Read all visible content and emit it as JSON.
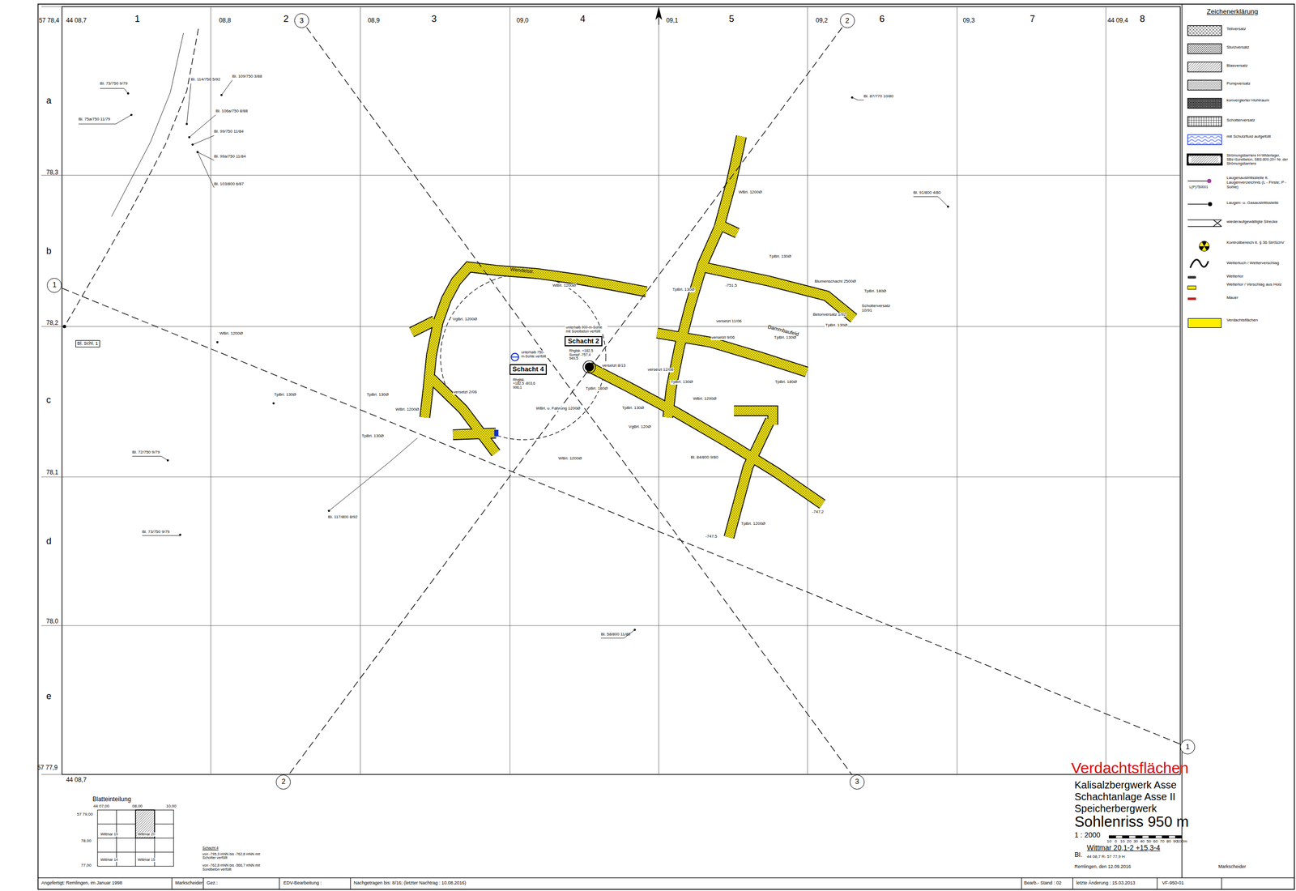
{
  "diagram": {
    "title": "Verdachtsflächen",
    "nodes": [
      {
        "text": [
          "3"
        ]
      },
      {
        "text": [
          "2"
        ]
      },
      {
        "text": [
          "1"
        ]
      },
      {
        "text": [
          "1"
        ]
      },
      {
        "text": [
          "2"
        ]
      },
      {
        "text": [
          "3"
        ]
      },
      {
        "text": [
          "Schacht 2"
        ]
      },
      {
        "text": [
          "Schacht 4"
        ]
      },
      {
        "text": [
          "Bl. Schl. 1"
        ]
      }
    ],
    "edges": [
      {
        "from": 0,
        "to": 5,
        "arrow": "none"
      },
      {
        "from": 1,
        "to": 4,
        "arrow": "none"
      },
      {
        "from": 2,
        "to": 3,
        "arrow": "none"
      }
    ],
    "labels": [
      "1",
      "2",
      "3",
      "4",
      "5",
      "6",
      "7",
      "8",
      "a",
      "b",
      "c",
      "d",
      "e",
      "57 78,4",
      "44 08,7",
      "08,8",
      "08,9",
      "09,0",
      "09,1",
      "09,2",
      "09,3",
      "44 09,4",
      "78,3",
      "78,2",
      "78,1",
      "78,0",
      "57 77,9",
      "44 08,7",
      "Wendelstr.",
      "Dammbaufeld",
      "unterhalb 900-m-Sohle mit Sorelbeton verfüllt",
      "Rhglsk. +182,5 Sumpf -757,4 949,5",
      "unterhalb 750-m-Sohle verfüllt",
      "Rhglsk. +182,5 -803,6 996,1",
      "WBrl. u. Fahrung 1200Ø",
      "WBrl. 1200Ø",
      "WBrl. 1200Ø",
      "TpBrl. 130Ø",
      "TpBrl. 130Ø",
      "TpBrl. 130Ø",
      "WBrl. 1200Ø",
      "VgBrl. 1200Ø",
      "versetzt 2/06",
      "WBrl. 1200Ø",
      "versetzt 8/13",
      "TpBrl. 180Ø",
      "TpBrl. 130Ø",
      "VgBrl. 120Ø",
      "versetzt 12/08",
      "versetzt 11/06",
      "versetzt 9/06",
      "TpBrl. 130Ø",
      "TpBrl. 180Ø",
      "TpBrl. 130Ø",
      "WBrl. 1200Ø",
      "Bl. 84/800 9/80",
      "TpBrl. 1200Ø",
      "-747,2",
      "-747,5",
      "WBrl. 1200Ø",
      "TpBrl. 130Ø",
      "Blumenschacht 2500Ø",
      "TpBrl. 180Ø",
      "Schotterversatz 10/91",
      "Betonversatz 1/92",
      "TpBrl. 130Ø",
      "TpBrl. 130Ø",
      "-751,5",
      "Bl. 73/750 9/79",
      "Bl. 75a/750 11/79",
      "Bl. 114/750 5/92",
      "Bl. 109/750 3/88",
      "Bl. 106a/750 8/88",
      "Bl. 99/750 11/84",
      "Bl. 99a/750 11/84",
      "Bl. 103/800 6/87",
      "Bl. 87/770 10/80",
      "Bl. 91/800 4/80",
      "Bl. 72/750 9/79",
      "Bl. 73/750 9/79",
      "Bl. 117/800 8/92",
      "Bl. 58/800 11/80",
      "Zeichenerklärung",
      "Kalisalzbergwerk Asse",
      "Schachtanlage Asse II",
      "Speicherbergwerk",
      "Sohlenriss 950 m",
      "1 : 2000",
      "10",
      "0",
      "10",
      "20",
      "30",
      "40",
      "50",
      "60",
      "70",
      "80",
      "90",
      "100m",
      "Bl.",
      "Wittmar 20,1-2 +15,3-4",
      "44 08,7 R- 57 77,9 H",
      "Remlingen, den 12.09.2016",
      "Markscheider",
      "Angefertigt: Remlingen, im Januar 1998",
      "Markscheider",
      "Gez.:",
      "EDV-Bearbeitung :",
      "Nachgetragen bis: 8/16; (letzter Nachtrag : 10.08.2016)",
      "Bearb.- Stand : 02",
      "letzte Änderung : 15.03.2013",
      "VF-950-01",
      "Blatteinteilung",
      "57 79,00",
      "44 07,00",
      "08,00",
      "10,00",
      "78,00",
      "77,00",
      "Wittmar 19",
      "Wittmar 20",
      "Wittmar 14",
      "Wittmar 15",
      "Schacht 4",
      "von -795,3 mNN bis -762,8 mNN mit Schotter verfüllt",
      "von -762,8 mNN bis -566,7 mNN mit Sorelbeton verfüllt",
      "L(P)750001"
    ],
    "legend": [
      {
        "text": "Teilversatz"
      },
      {
        "text": "Sturzversatz"
      },
      {
        "text": "Blasversatz"
      },
      {
        "text": "Pumpversatz"
      },
      {
        "text": "konvergierter Hohlraum"
      },
      {
        "text": "Schotterversatz"
      },
      {
        "text": "mit Schutzfluid aufgefüllt"
      },
      {
        "text": "Strömungsbarriere H=Widerlager, SBs=Sorelbeton, SBS-800-20= Nr. der Strömungsbarriere"
      },
      {
        "text": "Laugenaustrittsstelle lt. Laugenverzeichnis (L - Firste; P - Sohle)"
      },
      {
        "text": "Laugen- u. Gasaustrittsstelle"
      },
      {
        "text": "wiederaufgewältigte Strecke"
      },
      {
        "text": "Kontrollbereich lt. § 36 StrlSchV"
      },
      {
        "text": "Wettertuch / Wetterverschlag"
      },
      {
        "text": "Wettertor"
      },
      {
        "text": "Wettertor / Verschlag aus Holz"
      },
      {
        "text": "Mauer"
      },
      {
        "text": "Verdachtsflächen",
        "color": "#ffee00"
      }
    ]
  }
}
